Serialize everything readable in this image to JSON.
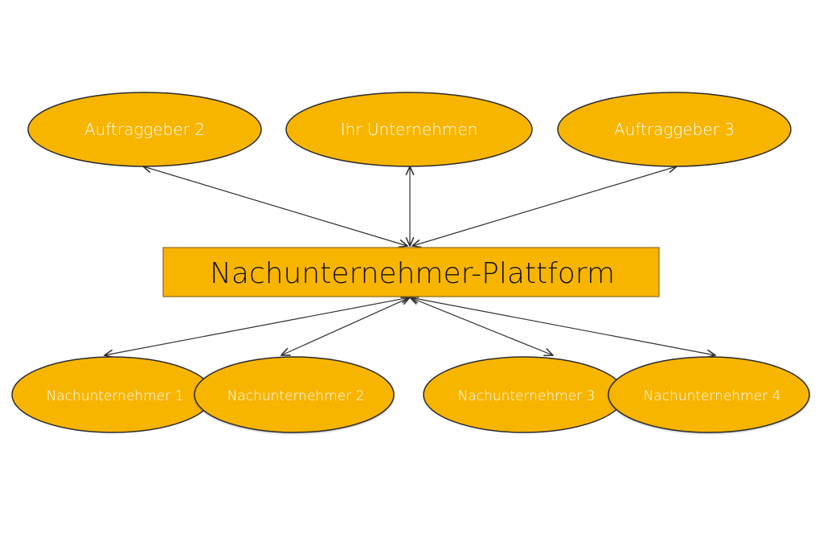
{
  "diagram": {
    "center": {
      "label": "Nachunternehmer-Plattform",
      "color": "#f8b500"
    },
    "top_nodes": [
      {
        "label": "Auftraggeber 2"
      },
      {
        "label": "Ihr Unternehmen"
      },
      {
        "label": "Auftraggeber 3"
      }
    ],
    "bottom_nodes": [
      {
        "label": "Nachunternehmer 1"
      },
      {
        "label": "Nachunternehmer 2"
      },
      {
        "label": "Nachunternehmer 3"
      },
      {
        "label": "Nachunternehmer 4"
      }
    ],
    "node_color": "#f8b500",
    "edge_color": "#2f2f2f"
  }
}
